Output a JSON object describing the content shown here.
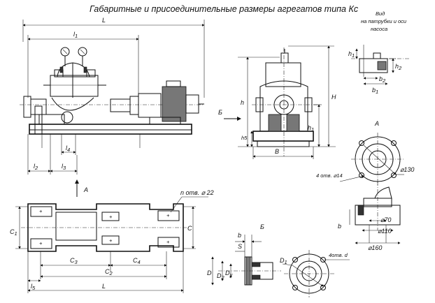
{
  "title": "Габаритные и присоединительные размеры агрегатов типа Кс",
  "view_note": {
    "line1": "Вид",
    "line2": "на патрубки и оси",
    "line3": "насоса"
  },
  "front_view": {
    "L": "L",
    "l1": "l",
    "l1_sub": "1",
    "l2": "l",
    "l2_sub": "2",
    "l3": "l",
    "l3_sub": "3",
    "l4": "l",
    "l4_sub": "4"
  },
  "side_view": {
    "h": "h",
    "H": "H",
    "h1": "h",
    "h1_sub": "1",
    "h5": "h5",
    "B": "B",
    "b_arrow": "Б"
  },
  "nozzle_detail": {
    "h1": "h",
    "h1_sub": "1",
    "h2": "h",
    "h2_sub": "2",
    "b1": "b",
    "b1_sub": "1",
    "b2": "b",
    "b2_sub": "2"
  },
  "flange_A": {
    "A": "A",
    "holes": "4 отв. ⌀14",
    "d130": "⌀130",
    "d70": "⌀70",
    "d110": "⌀110",
    "d160": "⌀160",
    "b": "b"
  },
  "plan_view": {
    "arrow_A": "A",
    "holes": "n отв. ⌀ 22",
    "C": "C",
    "C1": "C",
    "C1_sub": "1",
    "C2": "C",
    "C2_sub": "2",
    "C3": "C",
    "C3_sub": "3",
    "C4": "C",
    "C4_sub": "4",
    "L": "L",
    "l5": "l",
    "l5_sub": "5"
  },
  "flange_B": {
    "B": "Б",
    "b": "b",
    "s": "S",
    "D": "D",
    "D1": "D",
    "D1_sub": "1",
    "D2": "D",
    "D2_sub": "2",
    "Dy": "D",
    "Dy_sub": "y",
    "holes": "4отв. d"
  }
}
